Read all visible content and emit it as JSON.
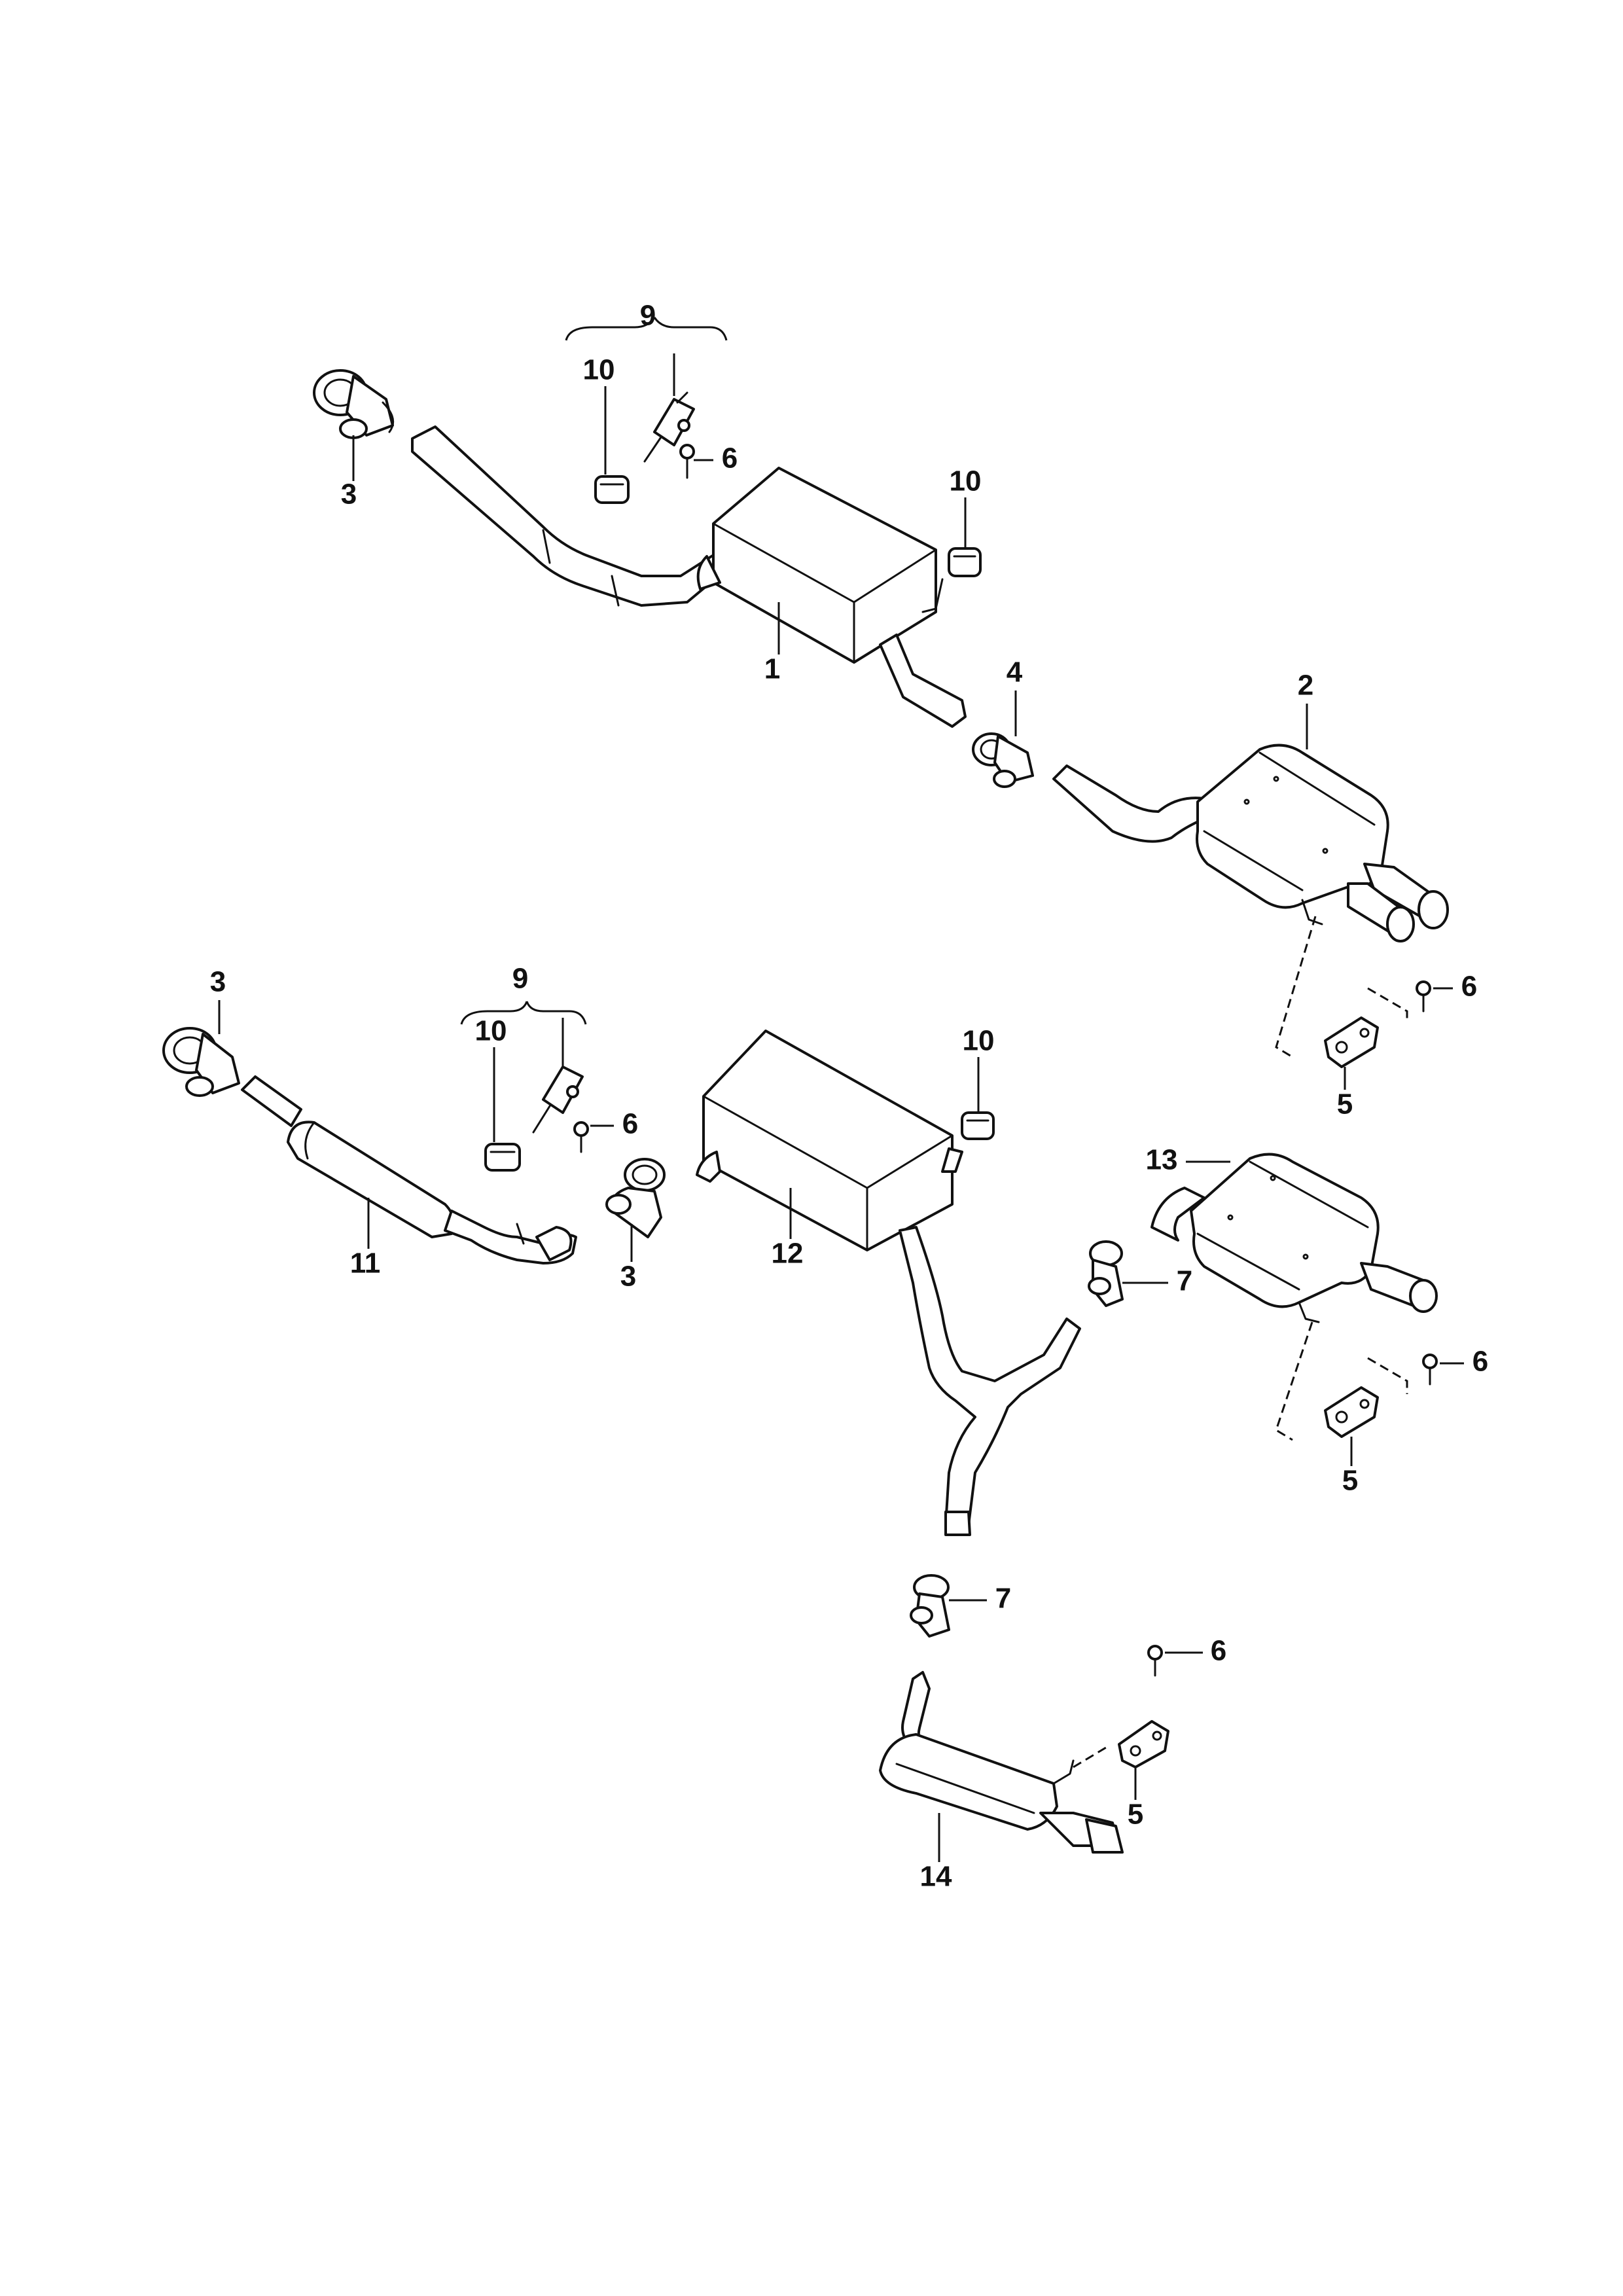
{
  "callouts": {
    "top_1": "1",
    "top_2": "2",
    "top_3": "3",
    "top_4": "4",
    "top_5": "5",
    "top_6a": "6",
    "top_6b": "6",
    "top_9": "9",
    "top_10a": "10",
    "top_10b": "10",
    "bot_3a": "3",
    "bot_3b": "3",
    "bot_5a": "5",
    "bot_5b": "5",
    "bot_6a": "6",
    "bot_6b": "6",
    "bot_6c": "6",
    "bot_7a": "7",
    "bot_7b": "7",
    "bot_9": "9",
    "bot_10a": "10",
    "bot_10b": "10",
    "bot_11": "11",
    "bot_12": "12",
    "bot_13": "13",
    "bot_14": "14"
  }
}
